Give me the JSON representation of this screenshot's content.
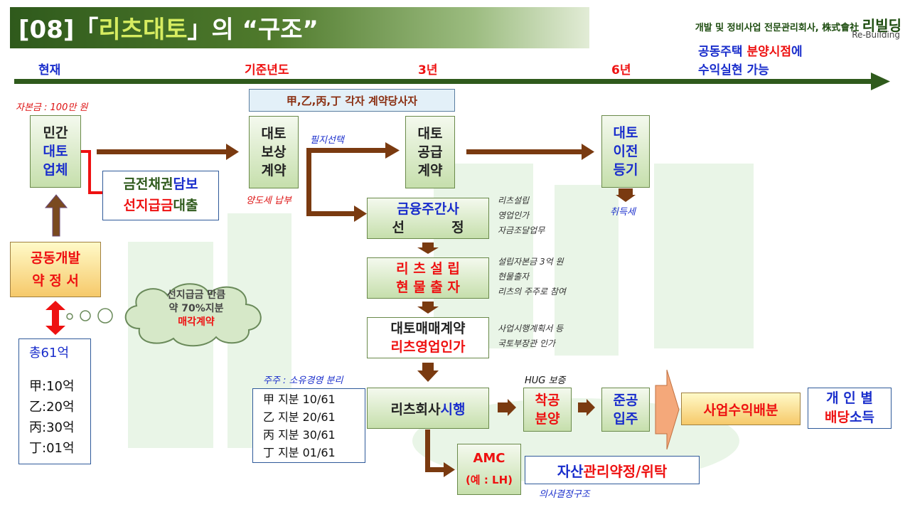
{
  "title": {
    "prefix": "[08]「",
    "accent": "리츠대토",
    "suffix": "」의 “구조”"
  },
  "brand": {
    "text": "개발 및 정비사업 전문관리회사, 株式會社 ",
    "logo": "리빌딩",
    "sub": "Re-Building"
  },
  "timeline": {
    "now": "현재",
    "base_year": "기준년도",
    "year3": "3년",
    "year6": "6년",
    "final_blue1": "공동주택 ",
    "final_red": "분양시점",
    "final_blue2": "에",
    "final_line2": "수익실현 가능"
  },
  "top_bar": {
    "label": "甲,乙,丙,丁 각자 계약당사자"
  },
  "capital": {
    "label": "자본금 : 100만 원"
  },
  "private_company": {
    "line1": "민간",
    "line2": "대토",
    "line3": "업체"
  },
  "collateral": {
    "a_green": "금전채권",
    "a_blue": "담보",
    "b_red": "선지급금",
    "b_green": "대출"
  },
  "joint_dev": {
    "line1": "공동개발",
    "line2": "약 정 서"
  },
  "cloud": {
    "line1": "선지급금 만큼",
    "line2": "약 70%지분",
    "line3": "매각계약"
  },
  "total": {
    "title": "총61억",
    "lines": [
      "甲:10억",
      "乙:20억",
      "丙:30억",
      "丁:01억"
    ]
  },
  "compensation": {
    "line1": "대토",
    "line2": "보상",
    "line3": "계약",
    "note": "양도세 납부",
    "select": "필지선택"
  },
  "supply": {
    "line1": "대토",
    "line2": "공급",
    "line3": "계약"
  },
  "transfer": {
    "line1": "대토",
    "line2": "이전",
    "line3": "등기",
    "note": "취득세"
  },
  "finance": {
    "line1": "금융주간사",
    "line2": "선          정",
    "notes": [
      "리츠설립",
      "영업인가",
      "자금조달업무"
    ]
  },
  "reits_setup": {
    "line1": "리 츠 설 립",
    "line2": "현 물 출 자",
    "notes": [
      "설립자본금 3억 원",
      "현물출자",
      "리츠의 주주로 참여"
    ]
  },
  "land_trade": {
    "line1": "대토매매계약",
    "line2": "리츠영업인가",
    "notes": [
      "사업시행계획서 등",
      "국토부장관 인가"
    ]
  },
  "shareholders": {
    "label": "주주 : 소유경영 분리",
    "lines": [
      "甲 지분 10/61",
      "乙 지분 20/61",
      "丙 지분 30/61",
      "丁 지분 01/61"
    ]
  },
  "execution": {
    "black": "리츠회사",
    "blue": "시행"
  },
  "hug": {
    "label": "HUG 보증"
  },
  "sale": {
    "line1": "착공",
    "line2": "분양"
  },
  "completion": {
    "line1": "준공",
    "line2": "입주"
  },
  "profit": {
    "label": "사업수익배분"
  },
  "dividend": {
    "line1": "개 인 별",
    "red": "배당",
    "blue": "소득"
  },
  "amc": {
    "line1": "AMC",
    "line2": "(예 : LH)"
  },
  "asset_mgmt": {
    "blue": "자산",
    "red": "관리약정/위탁",
    "note": "의사결정구조"
  },
  "colors": {
    "dark_green": "#2f5a1c",
    "brown_arrow": "#7a3a10",
    "red": "#ee1111",
    "blue": "#1a2ecc"
  }
}
